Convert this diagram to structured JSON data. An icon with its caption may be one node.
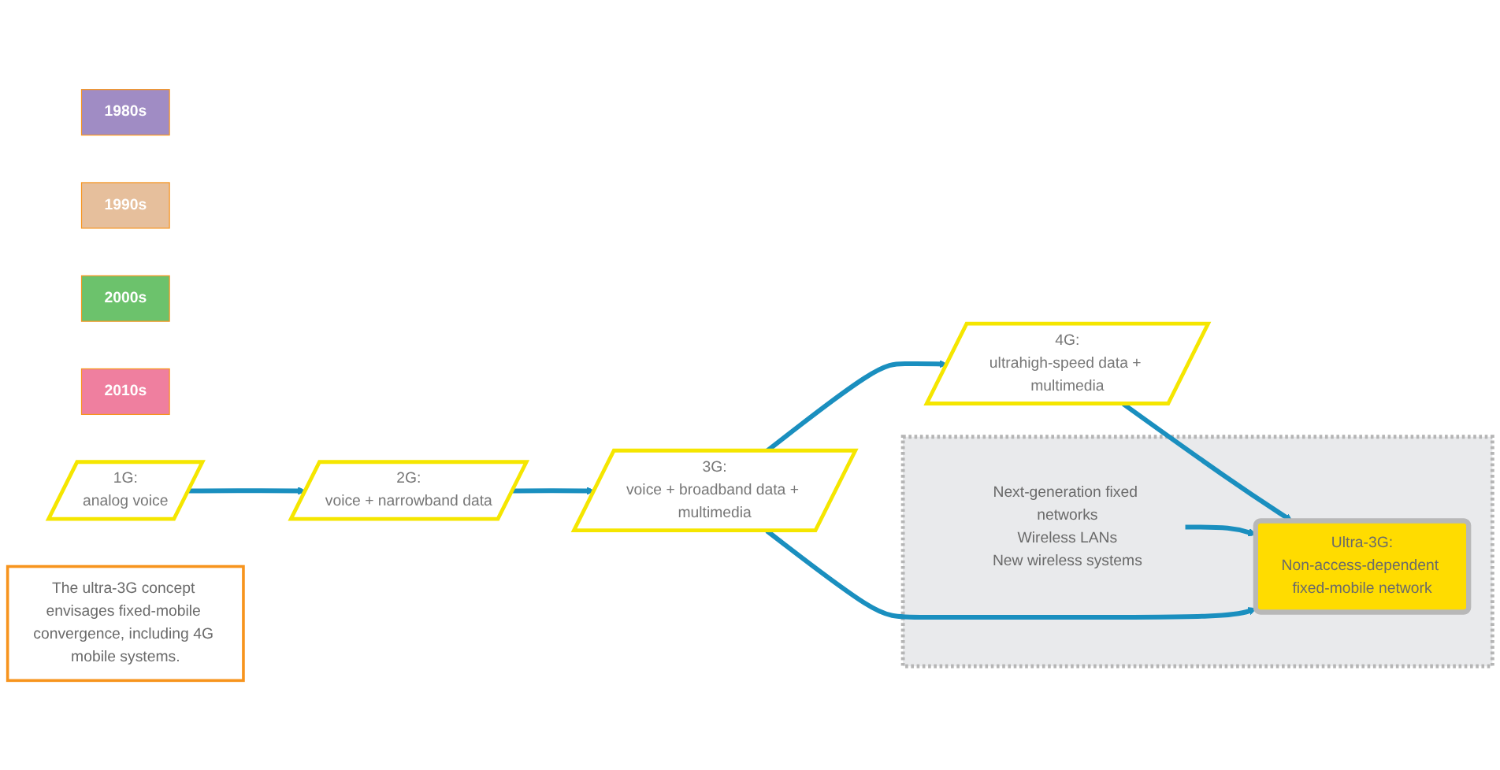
{
  "diagram": {
    "nodes": [
      {
        "text": [
          "1980s"
        ]
      },
      {
        "text": [
          "1990s"
        ]
      },
      {
        "text": [
          "2000s"
        ]
      },
      {
        "text": [
          "2010s"
        ]
      },
      {
        "text": [
          "1G:",
          "analog voice"
        ]
      },
      {
        "text": [
          "2G:",
          "voice + narrowband data"
        ]
      },
      {
        "text": [
          "3G:",
          "voice + broadband data + multimedia"
        ]
      },
      {
        "text": [
          "4G:",
          "ultrahigh-speed data + multimedia"
        ]
      },
      {
        "text": [],
        "shape": "box"
      },
      {
        "text": [
          "Ultra-3G:",
          "Non-access-dependent fixed-mobile network"
        ],
        "in": 8
      },
      {
        "text": [
          "Next-generation fixed networks",
          "Wireless LANs",
          "New wireless systems"
        ],
        "in": 8
      },
      {
        "text": [
          "The ultra-3G concept envisages fixed-mobile convergence, including 4G mobile systems."
        ]
      }
    ],
    "edges": [
      {
        "from": 4,
        "to": 5,
        "arrow": "to"
      },
      {
        "from": 5,
        "to": 6,
        "arrow": "to"
      },
      {
        "from": 6,
        "to": 7,
        "arrow": "to"
      },
      {
        "from": 6,
        "to": 9,
        "arrow": "to"
      },
      {
        "from": 7,
        "to": 9,
        "arrow": "to"
      },
      {
        "from": 10,
        "to": 9,
        "arrow": "to"
      }
    ]
  }
}
